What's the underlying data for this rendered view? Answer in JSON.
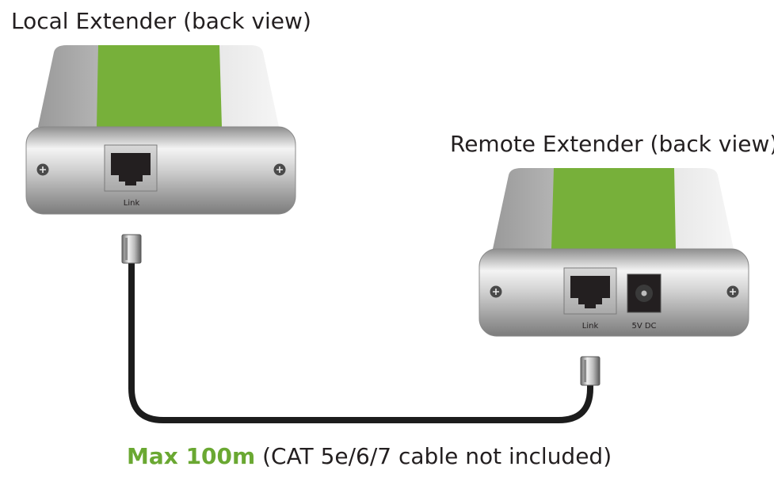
{
  "local": {
    "title": "Local Extender (back view)",
    "port_label": "Link"
  },
  "remote": {
    "title": "Remote Extender (back view)",
    "port_label": "Link",
    "power_label": "5V DC"
  },
  "caption": {
    "highlight": "Max 100m",
    "rest": " (CAT 5e/6/7 cable not included)"
  },
  "colors": {
    "accent_green": "#77b03a",
    "caption_green": "#6aa832",
    "cable": "#1c1c1c",
    "text": "#231f20"
  }
}
